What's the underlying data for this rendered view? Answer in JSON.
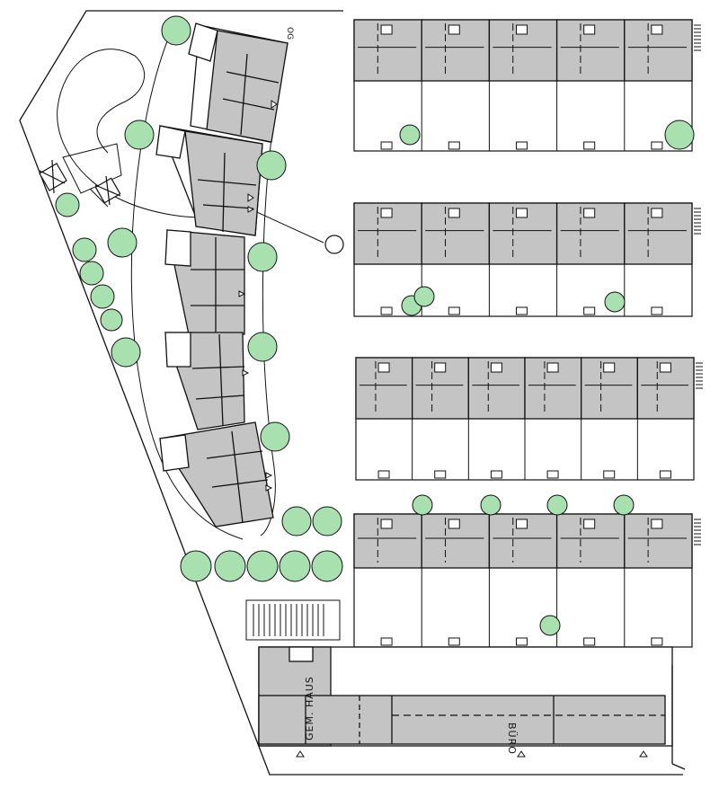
{
  "labels": {
    "floor_marker": "OG",
    "community_house": "GEM. HAUS",
    "office": "BÜRO"
  },
  "colors": {
    "building_fill": "#c4c4c4",
    "tree_fill": "#a8e0b0",
    "line": "#111111",
    "background": "#ffffff"
  },
  "icons": {
    "entrance_marker": "triangle-icon",
    "tree": "tree-circle",
    "playground_structure": "crossed-square-icon",
    "stairs": "stairs-hatching",
    "circle_marker": "circle-marker-icon"
  },
  "counts": {
    "row_house_rows": 4,
    "row_units": [
      5,
      5,
      6,
      5
    ],
    "curved_block_segments": 5
  }
}
